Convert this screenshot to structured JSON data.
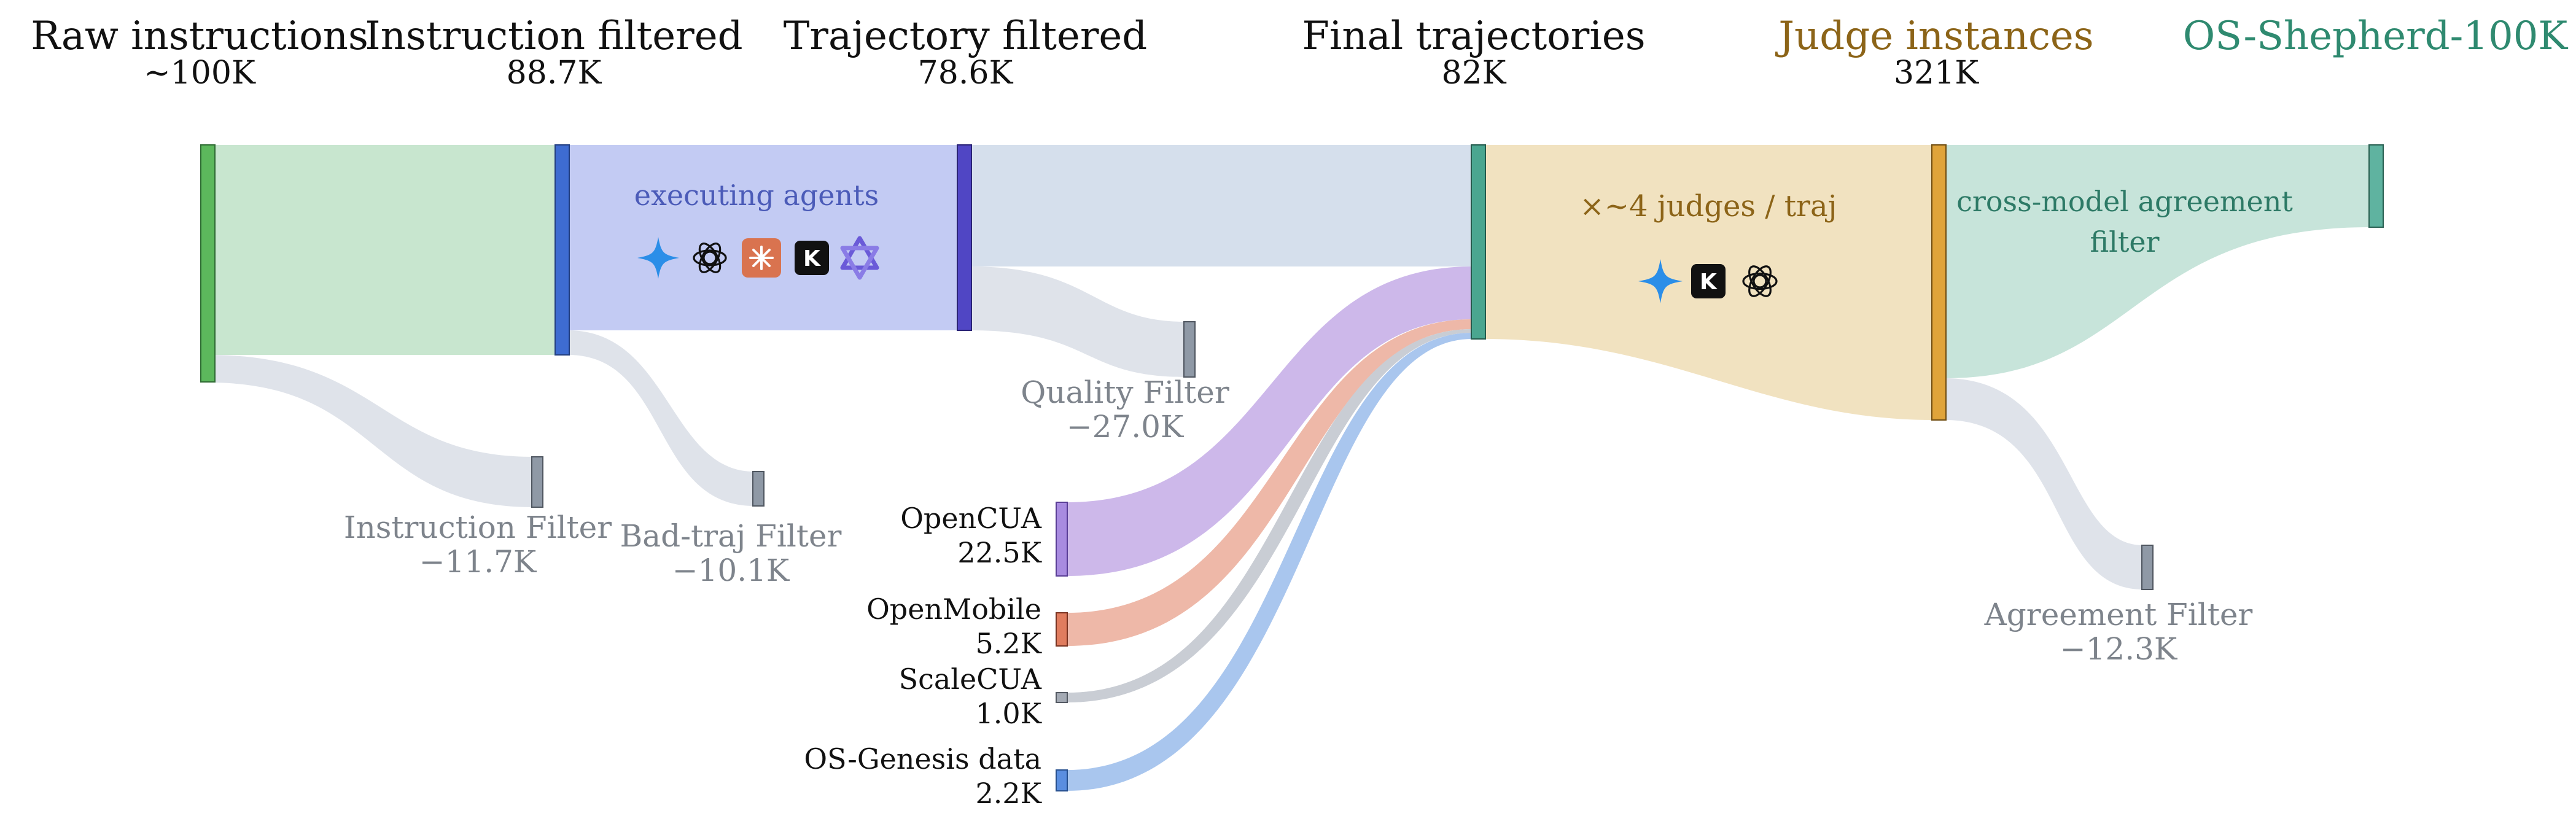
{
  "stages": [
    {
      "title": "Raw instructions",
      "value": "~100K"
    },
    {
      "title": "Instruction filtered",
      "value": "88.7K"
    },
    {
      "title": "Trajectory filtered",
      "value": "78.6K"
    },
    {
      "title": "Final trajectories",
      "value": "82K"
    },
    {
      "title": "Judge instances",
      "value": "321K"
    },
    {
      "title": "OS-Shepherd-100K",
      "value": ""
    }
  ],
  "filters": {
    "instruction": {
      "name": "Instruction Filter",
      "value": "−11.7K"
    },
    "badtraj": {
      "name": "Bad-traj Filter",
      "value": "−10.1K"
    },
    "quality": {
      "name": "Quality Filter",
      "value": "−27.0K"
    },
    "agreement": {
      "name": "Agreement Filter",
      "value": "−12.3K"
    }
  },
  "sources": [
    {
      "name": "OpenCUA",
      "value": "22.5K"
    },
    {
      "name": "OpenMobile",
      "value": "5.2K"
    },
    {
      "name": "ScaleCUA",
      "value": "1.0K"
    },
    {
      "name": "OS-Genesis data",
      "value": "2.2K"
    }
  ],
  "annotations": {
    "executing": "executing agents",
    "judges": "×~4 judges / traj",
    "agreement_line1": "cross-model agreement",
    "agreement_line2": "filter"
  },
  "icons": {
    "executing_agents": [
      "gemini-icon",
      "openai-icon",
      "claude-icon",
      "kimi-icon",
      "qwen-icon"
    ],
    "judges": [
      "gemini-icon",
      "kimi-icon",
      "openai-icon"
    ]
  },
  "colors": {
    "raw": "#5cb85c",
    "raw_flow": "#c8e6cf",
    "instr": "#3e6cd1",
    "instr_flow": "#c3cbf3",
    "traj": "#5046c4",
    "main_flow": "#d5dfec",
    "final": "#4aa690",
    "judge": "#e0a43a",
    "judge_flow": "#f1e2c0",
    "out": "#5fb3a0",
    "out_flow": "#c7e4da",
    "filter_node": "#8f99a6",
    "filter_flow": "#dfe3ea",
    "opencua": "#a88be0",
    "opencua_flow": "#cdb8ea",
    "openmobile": "#e07c5e",
    "openmobile_flow": "#eeb8a8",
    "scalecua": "#a4aab4",
    "scalecua_flow": "#c9cdd4",
    "genesis": "#5a8ee0",
    "genesis_flow": "#a9c6ee",
    "judge_text": "#8c6418",
    "executing_text": "#4b5bb8",
    "agreement_text": "#2d7a66",
    "shepherd_text": "#2f8a70",
    "filter_text": "#7e848c"
  }
}
